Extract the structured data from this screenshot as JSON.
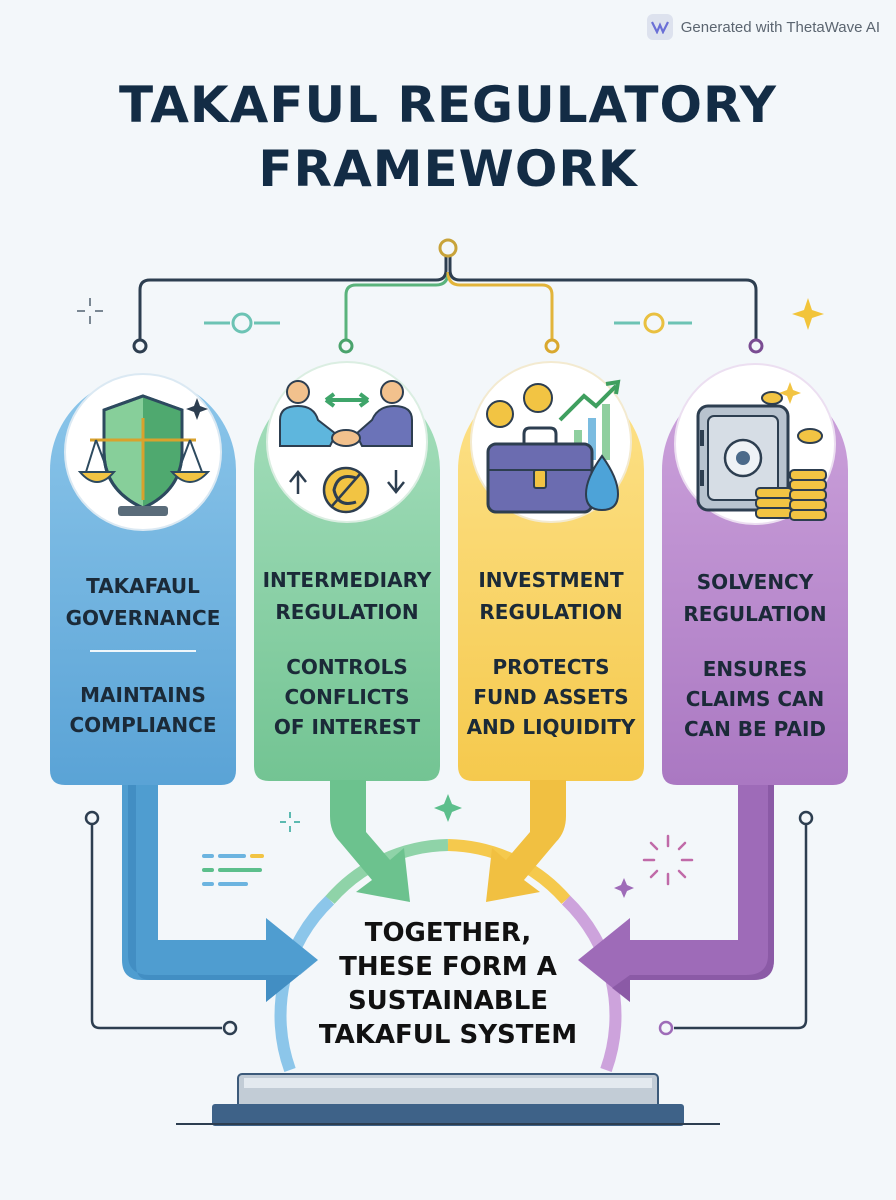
{
  "badge": {
    "text": "Generated with ThetaWave AI"
  },
  "title": {
    "line1": "TAKAFUL REGULATORY",
    "line2": "FRAMEWORK"
  },
  "cards": [
    {
      "title_line1": "TAKAFAUL",
      "title_line2": "GOVERNANCE",
      "desc_line1": "MAINTAINS",
      "desc_line2": "COMPLIANCE",
      "desc_line3": "",
      "color": "#6aafdc",
      "icon": "shield-scales-icon"
    },
    {
      "title_line1": "INTERMEDIARY",
      "title_line2": "REGULATION",
      "desc_line1": "CONTROLS",
      "desc_line2": "CONFLICTS",
      "desc_line3": "OF INTEREST",
      "color": "#7fce9e",
      "icon": "handshake-icon"
    },
    {
      "title_line1": "INVESTMENT",
      "title_line2": "REGULATION",
      "desc_line1": "PROTECTS",
      "desc_line2": "FUND ASSETS",
      "desc_line3": "AND LIQUIDITY",
      "color": "#f7cf5c",
      "icon": "briefcase-growth-icon"
    },
    {
      "title_line1": "SOLVENCY",
      "title_line2": "REGULATION",
      "desc_line1": "ENSURES",
      "desc_line2": "CLAIMS CAN",
      "desc_line3": "CAN BE PAID",
      "color": "#b684c8",
      "icon": "safe-coins-icon"
    }
  ],
  "center": {
    "line1": "TOGETHER,",
    "line2": "THESE FORM A",
    "line3": "SUSTAINABLE",
    "line4": "TAKAFUL SYSTEM"
  }
}
